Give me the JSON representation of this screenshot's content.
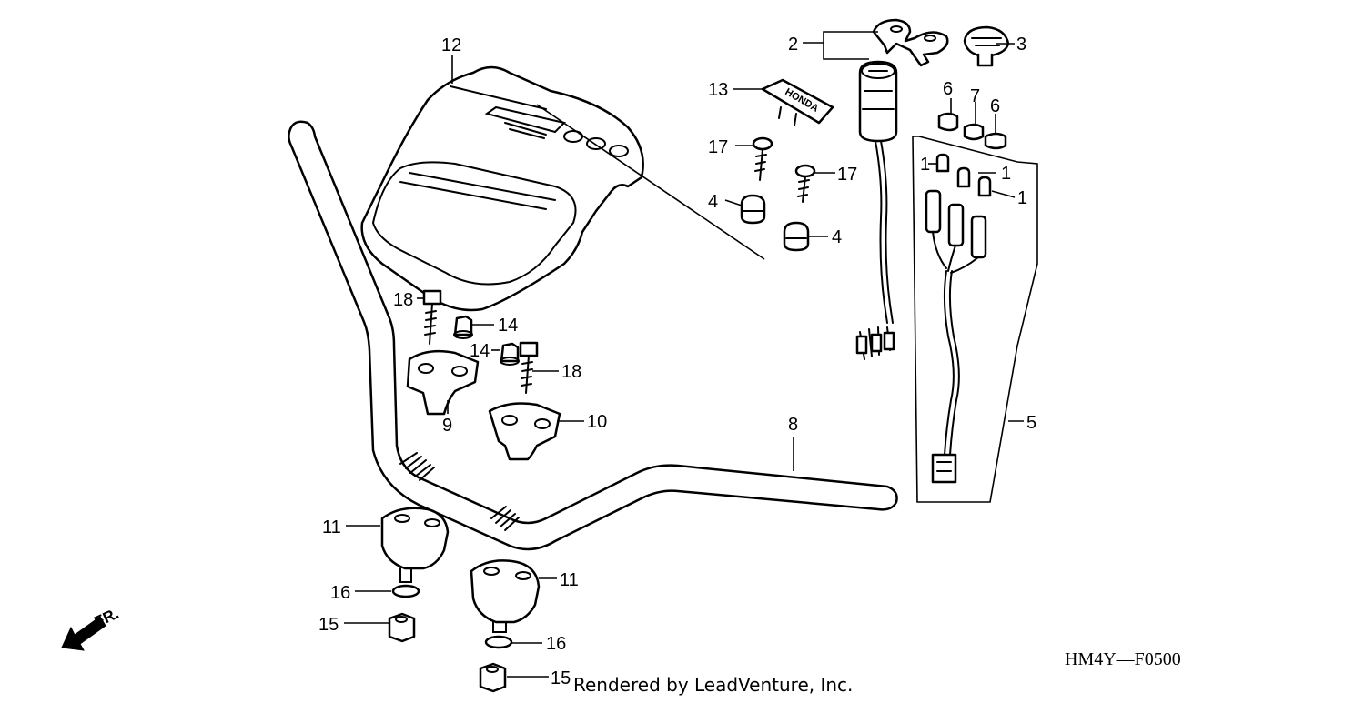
{
  "diagram": {
    "code": "HM4Y—F0500",
    "credit": "Rendered by LeadVenture, Inc.",
    "direction_label": "FR.",
    "emboss": "HONDA",
    "icons": [
      "front-direction-arrow-icon"
    ],
    "callouts": [
      {
        "id": "c2",
        "label": "2"
      },
      {
        "id": "c3",
        "label": "3"
      },
      {
        "id": "c12",
        "label": "12"
      },
      {
        "id": "c13",
        "label": "13"
      },
      {
        "id": "c6a",
        "label": "6"
      },
      {
        "id": "c7",
        "label": "7"
      },
      {
        "id": "c6b",
        "label": "6"
      },
      {
        "id": "c17a",
        "label": "17"
      },
      {
        "id": "c17b",
        "label": "17"
      },
      {
        "id": "c1a",
        "label": "1"
      },
      {
        "id": "c1b",
        "label": "1"
      },
      {
        "id": "c1c",
        "label": "1"
      },
      {
        "id": "c4a",
        "label": "4"
      },
      {
        "id": "c4b",
        "label": "4"
      },
      {
        "id": "c18a",
        "label": "18"
      },
      {
        "id": "c14a",
        "label": "14"
      },
      {
        "id": "c14b",
        "label": "14"
      },
      {
        "id": "c18b",
        "label": "18"
      },
      {
        "id": "c9",
        "label": "9"
      },
      {
        "id": "c10",
        "label": "10"
      },
      {
        "id": "c8",
        "label": "8"
      },
      {
        "id": "c5",
        "label": "5"
      },
      {
        "id": "c11a",
        "label": "11"
      },
      {
        "id": "c11b",
        "label": "11"
      },
      {
        "id": "c16a",
        "label": "16"
      },
      {
        "id": "c15a",
        "label": "15"
      },
      {
        "id": "c16b",
        "label": "16"
      },
      {
        "id": "c15b",
        "label": "15"
      }
    ]
  }
}
